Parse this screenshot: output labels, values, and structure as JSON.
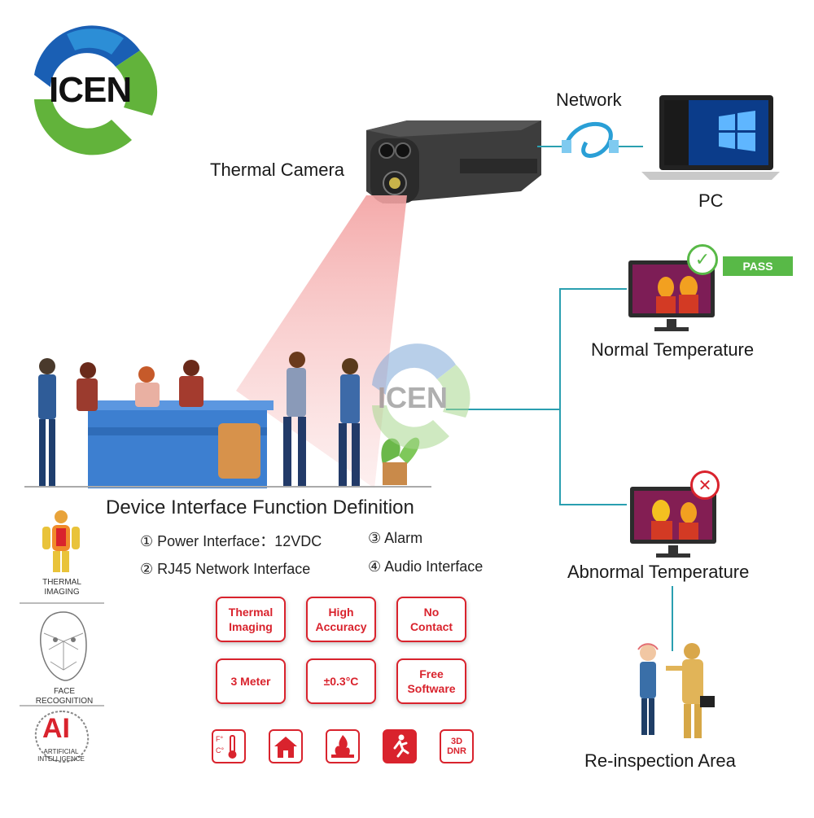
{
  "brand": {
    "logo_text": "ICEN",
    "watermark_text": "ICEN",
    "colors": {
      "blue": "#1a5fb4",
      "green": "#62b33b",
      "accent_red": "#d9232d",
      "cable_blue": "#2a9fd6",
      "line_teal": "#2a9fb0"
    }
  },
  "labels": {
    "thermal_camera": "Thermal Camera",
    "network": "Network",
    "pc": "PC",
    "normal_temperature": "Normal Temperature",
    "abnormal_temperature": "Abnormal Temperature",
    "reinspection_area": "Re-inspection Area",
    "pass_badge": "PASS"
  },
  "interface_definition": {
    "title": "Device Interface Function Definition",
    "items": [
      "① Power Interface：12VDC",
      "③ Alarm",
      "② RJ45 Network Interface",
      "④ Audio Interface"
    ]
  },
  "side_features": [
    {
      "icon": "thermal-body-icon",
      "caption": "THERMAL\nIMAGING"
    },
    {
      "icon": "face-mesh-icon",
      "caption": "FACE\nRECOGNITION"
    },
    {
      "icon": "ai-brain-icon",
      "caption": "ARTIFICIAL\nINTELLIGENCE",
      "logo_text": "AI"
    }
  ],
  "features": [
    "Thermal\nImaging",
    "High\nAccuracy",
    "No\nContact",
    "3 Meter",
    "±0.3°C",
    "Free\nSoftware"
  ],
  "bottom_icons": [
    {
      "icon": "thermometer-icon",
      "glyph": "F° C°"
    },
    {
      "icon": "house-alarm-icon"
    },
    {
      "icon": "fire-alarm-icon"
    },
    {
      "icon": "running-person-icon"
    },
    {
      "icon": "3d-dnr-icon",
      "glyph": "3D\nDNR"
    }
  ]
}
